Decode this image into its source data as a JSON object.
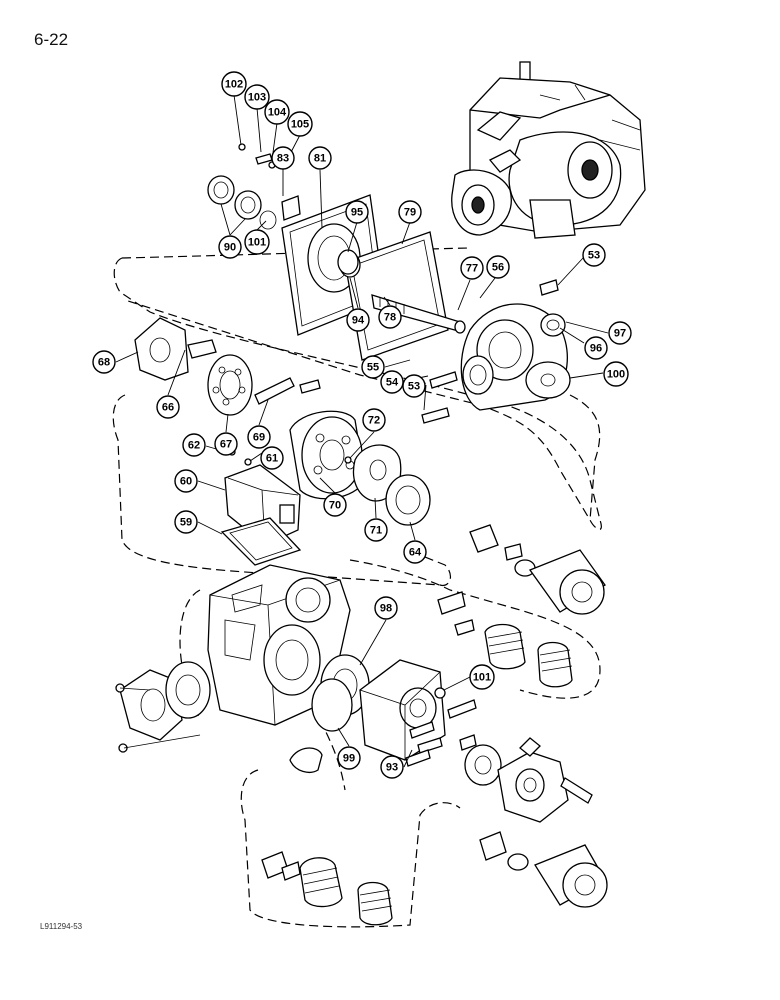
{
  "page": {
    "number": "6-22",
    "figure_code": "L911294-53"
  },
  "callouts": [
    {
      "id": "c102",
      "label": "102"
    },
    {
      "id": "c103",
      "label": "103"
    },
    {
      "id": "c104",
      "label": "104"
    },
    {
      "id": "c105",
      "label": "105"
    },
    {
      "id": "c83",
      "label": "83"
    },
    {
      "id": "c81",
      "label": "81"
    },
    {
      "id": "c90",
      "label": "90"
    },
    {
      "id": "c101a",
      "label": "101"
    },
    {
      "id": "c95",
      "label": "95"
    },
    {
      "id": "c79",
      "label": "79"
    },
    {
      "id": "c94",
      "label": "94"
    },
    {
      "id": "c78",
      "label": "78"
    },
    {
      "id": "c77",
      "label": "77"
    },
    {
      "id": "c56",
      "label": "56"
    },
    {
      "id": "c53a",
      "label": "53"
    },
    {
      "id": "c97",
      "label": "97"
    },
    {
      "id": "c96",
      "label": "96"
    },
    {
      "id": "c100",
      "label": "100"
    },
    {
      "id": "c55",
      "label": "55"
    },
    {
      "id": "c54",
      "label": "54"
    },
    {
      "id": "c53b",
      "label": "53"
    },
    {
      "id": "c68",
      "label": "68"
    },
    {
      "id": "c66",
      "label": "66"
    },
    {
      "id": "c67",
      "label": "67"
    },
    {
      "id": "c69",
      "label": "69"
    },
    {
      "id": "c72",
      "label": "72"
    },
    {
      "id": "c62",
      "label": "62"
    },
    {
      "id": "c61",
      "label": "61"
    },
    {
      "id": "c60",
      "label": "60"
    },
    {
      "id": "c70",
      "label": "70"
    },
    {
      "id": "c71",
      "label": "71"
    },
    {
      "id": "c64",
      "label": "64"
    },
    {
      "id": "c59",
      "label": "59"
    },
    {
      "id": "c98",
      "label": "98"
    },
    {
      "id": "c101b",
      "label": "101"
    },
    {
      "id": "c99",
      "label": "99"
    },
    {
      "id": "c93",
      "label": "93"
    }
  ]
}
